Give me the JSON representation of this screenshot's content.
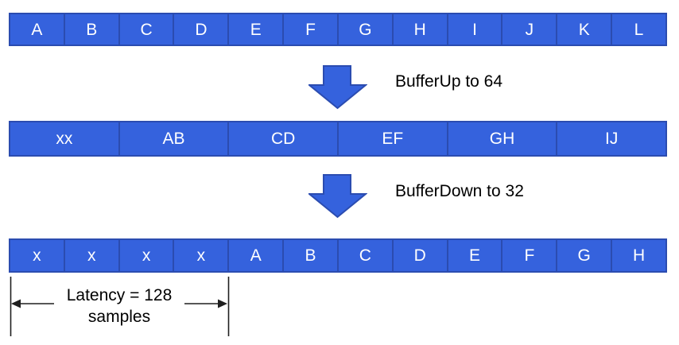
{
  "colors": {
    "cell_fill": "#3562DD",
    "cell_border": "#2B4CB0",
    "arrow_fill": "#3562DD",
    "arrow_border": "#2B4CB0",
    "cell_text": "#FFFFFF",
    "annotation_text": "#000000",
    "annotation_line": "#1F1F1F",
    "background": "#FFFFFF"
  },
  "rows": {
    "input": {
      "cells": [
        "A",
        "B",
        "C",
        "D",
        "E",
        "F",
        "G",
        "H",
        "I",
        "J",
        "K",
        "L"
      ]
    },
    "buffered_up": {
      "cells": [
        "xx",
        "AB",
        "CD",
        "EF",
        "GH",
        "IJ"
      ]
    },
    "buffered_down": {
      "cells": [
        "x",
        "x",
        "x",
        "x",
        "A",
        "B",
        "C",
        "D",
        "E",
        "F",
        "G",
        "H"
      ]
    }
  },
  "steps": {
    "buffer_up_label": "BufferUp to 64",
    "buffer_down_label": "BufferDown to 32"
  },
  "latency": {
    "line1": "Latency = 128",
    "line2": "samples"
  }
}
